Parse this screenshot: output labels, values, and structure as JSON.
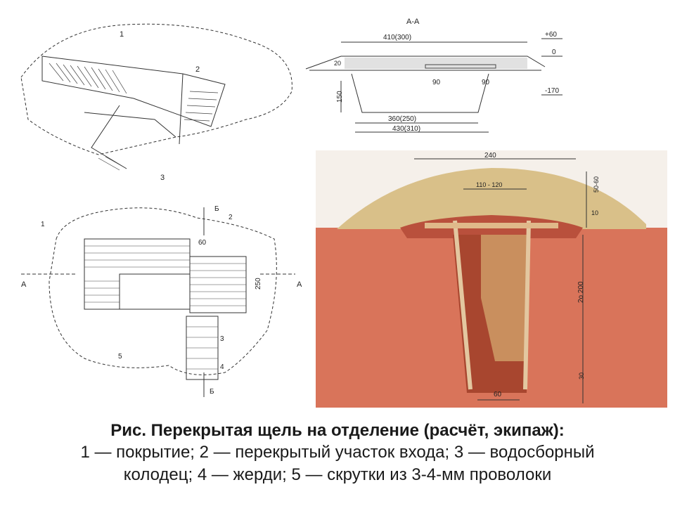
{
  "caption": {
    "title": "Рис. Перекрытая щель на отделение (расчёт, экипаж):",
    "line1": "1 — покрытие; 2 — перекрытый участок входа; 3 — водосборный",
    "line2": "колодец; 4 — жерди; 5 — скрутки из 3-4-мм проволоки"
  },
  "isometric": {
    "label1": "1",
    "label2": "2",
    "label3": "3"
  },
  "section": {
    "title": "А-А",
    "top_width": "410(300)",
    "bottom_width_inner": "360(250)",
    "bottom_width_outer": "430(310)",
    "depth": "150",
    "thickness": "20",
    "beam_left": "90",
    "beam_right": "90",
    "level_plus": "+60",
    "level_zero": "0",
    "level_minus": "-170"
  },
  "plan": {
    "cut_b_top": "Б",
    "cut_b_bottom": "Б",
    "cut_a_left": "А",
    "cut_a_right": "А",
    "dim_60": "60",
    "dim_250": "250",
    "label1": "1",
    "label2": "2",
    "label3": "3",
    "label4": "4",
    "label5": "5"
  },
  "photo": {
    "dim_240": "240",
    "dim_110_120": "110 - 120",
    "dim_50_60": "50-60",
    "dim_10": "10",
    "dim_200": "2о 200",
    "dim_30": "30",
    "dim_60": "60"
  },
  "colors": {
    "ink": "#2b2b2b",
    "soil": "#d9745a",
    "soil_dark": "#b9503c",
    "mound": "#d9c089",
    "wood": "#b8865a"
  }
}
